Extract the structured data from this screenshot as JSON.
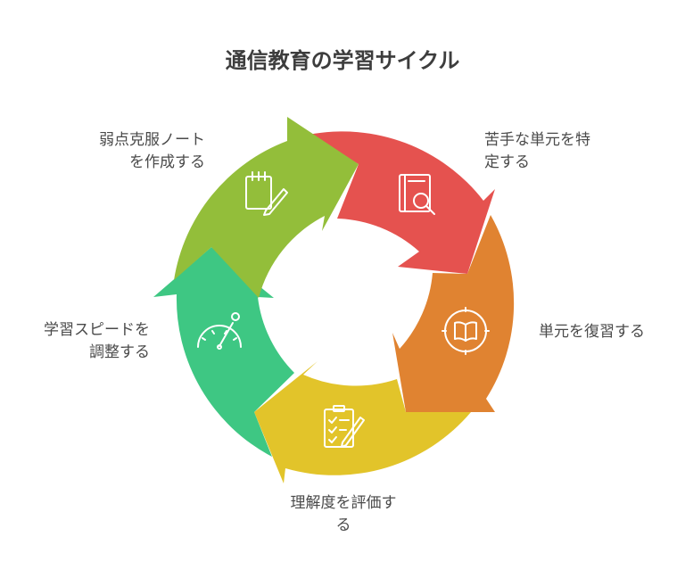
{
  "title": "通信教育の学習サイクル",
  "steps": [
    {
      "id": "identify",
      "lines": [
        "苦手な単元を特",
        "定する"
      ],
      "color": "#e5524f",
      "icon": "book-search-icon"
    },
    {
      "id": "review",
      "lines": [
        "単元を復習する"
      ],
      "color": "#e08331",
      "icon": "book-compass-icon"
    },
    {
      "id": "evaluate",
      "lines": [
        "理解度を評価す",
        "る"
      ],
      "color": "#e2c42a",
      "icon": "checklist-pencil-icon"
    },
    {
      "id": "pace",
      "lines": [
        "学習スピードを",
        "調整する"
      ],
      "color": "#3ec783",
      "icon": "speedometer-icon"
    },
    {
      "id": "notes",
      "lines": [
        "弱点克服ノート",
        "を作成する"
      ],
      "color": "#93be3a",
      "icon": "notepad-pencil-icon"
    }
  ]
}
